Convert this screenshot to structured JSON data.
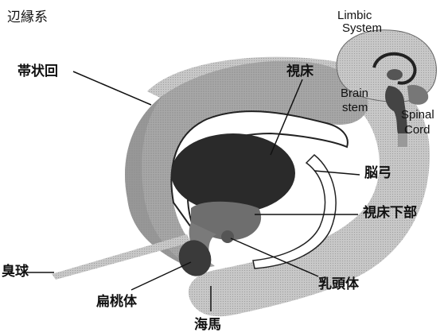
{
  "title": "辺縁系",
  "labels": {
    "cingulate": "帯状回",
    "thalamus": "視床",
    "fornix": "脳弓",
    "hypothalamus": "視床下部",
    "olfactory_bulb": "臭球",
    "mammillary_body": "乳頭体",
    "amygdala": "扁桃体",
    "hippocampus": "海馬"
  },
  "inset": {
    "limbic_system": [
      "Limbic",
      "System"
    ],
    "brain_stem": [
      "Brain",
      "stem"
    ],
    "spinal_cord": [
      "Spinal",
      "Cord"
    ]
  },
  "colors": {
    "cortex": "#9a9a9a",
    "cortex_outer": "#b9b9b9",
    "thalamus": "#2a2a2a",
    "hypothalamus": "#6e6e6e",
    "amygdala": "#3a3a3a",
    "line": "#111111"
  }
}
